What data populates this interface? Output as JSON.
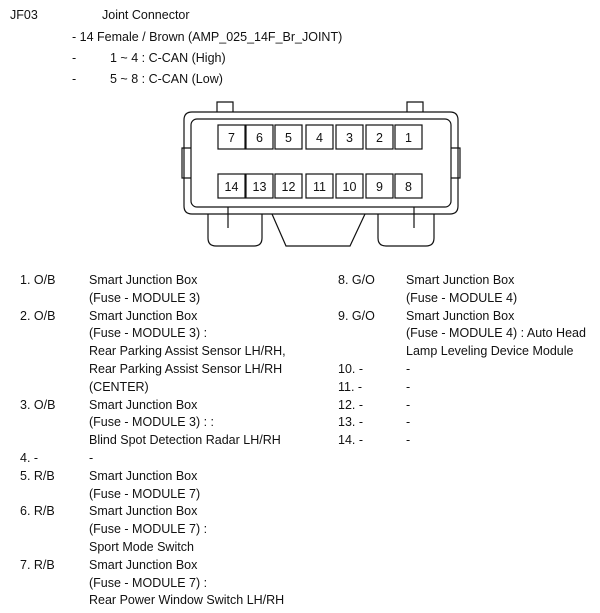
{
  "header": {
    "code": "JF03",
    "title": "Joint Connector",
    "spec_line": "- 14 Female / Brown (AMP_025_14F_Br_JOINT)",
    "groups": [
      {
        "dash": "-",
        "text": "1 ~ 4 : C-CAN (High)"
      },
      {
        "dash": "-",
        "text": "5 ~ 8 : C-CAN (Low)"
      }
    ]
  },
  "connector": {
    "top_row_pins": [
      "7",
      "6",
      "5",
      "4",
      "3",
      "2",
      "1"
    ],
    "bottom_row_pins": [
      "14",
      "13",
      "12",
      "11",
      "10",
      "9",
      "8"
    ]
  },
  "pins_left": [
    {
      "num": "1. O/B",
      "lines": [
        "Smart Junction Box",
        "(Fuse - MODULE 3)"
      ]
    },
    {
      "num": "2. O/B",
      "lines": [
        "Smart Junction Box",
        "(Fuse - MODULE 3) :",
        "Rear Parking Assist Sensor LH/RH,",
        "Rear Parking Assist Sensor LH/RH",
        "(CENTER)"
      ]
    },
    {
      "num": "3. O/B",
      "lines": [
        "Smart Junction Box",
        "(Fuse - MODULE 3) : :",
        "Blind Spot Detection Radar LH/RH"
      ]
    },
    {
      "num": "4. -",
      "lines": [
        "-"
      ]
    },
    {
      "num": "5. R/B",
      "lines": [
        "Smart Junction Box",
        "(Fuse - MODULE 7)"
      ]
    },
    {
      "num": "6. R/B",
      "lines": [
        "Smart Junction Box",
        "(Fuse - MODULE 7) :",
        "Sport Mode Switch"
      ]
    },
    {
      "num": "7. R/B",
      "lines": [
        "Smart Junction Box",
        "(Fuse - MODULE 7) :",
        "Rear Power Window Switch LH/RH"
      ]
    }
  ],
  "pins_right": [
    {
      "num": "8. G/O",
      "lines": [
        "Smart Junction Box",
        "(Fuse - MODULE 4)"
      ]
    },
    {
      "num": "9. G/O",
      "lines": [
        "Smart Junction Box",
        "(Fuse - MODULE 4) : Auto Head",
        "Lamp Leveling Device Module"
      ]
    },
    {
      "num": "10. -",
      "lines": [
        "-"
      ]
    },
    {
      "num": "11. -",
      "lines": [
        "-"
      ]
    },
    {
      "num": "12. -",
      "lines": [
        "-"
      ]
    },
    {
      "num": "13. -",
      "lines": [
        "-"
      ]
    },
    {
      "num": "14. -",
      "lines": [
        "-"
      ]
    }
  ]
}
